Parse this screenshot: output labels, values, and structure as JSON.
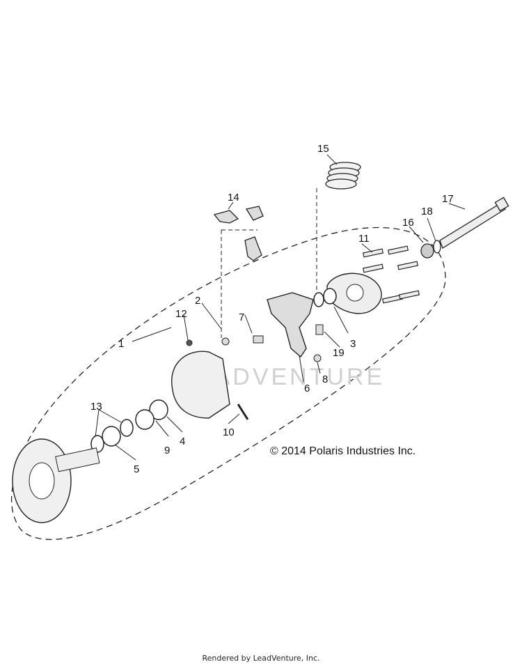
{
  "diagram": {
    "callouts": [
      "1",
      "2",
      "3",
      "4",
      "5",
      "6",
      "7",
      "8",
      "9",
      "10",
      "11",
      "12",
      "13",
      "14",
      "15",
      "16",
      "17",
      "18",
      "19"
    ],
    "copyright": "© 2014 Polaris Industries Inc.",
    "watermark": "LEADVENTURE"
  },
  "footer": {
    "text": "Rendered by LeadVenture, Inc."
  }
}
